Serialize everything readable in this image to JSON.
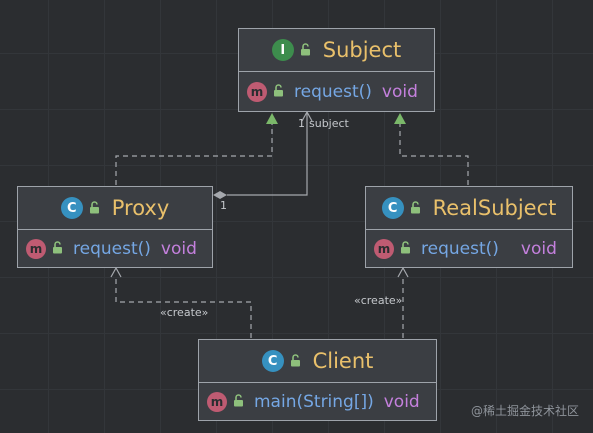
{
  "nodes": {
    "subject": {
      "kind_letter": "I",
      "title": "Subject",
      "member_letter": "m",
      "method": "request()",
      "return_type": "void"
    },
    "proxy": {
      "kind_letter": "C",
      "title": "Proxy",
      "member_letter": "m",
      "method": "request()",
      "return_type": "void"
    },
    "real_subject": {
      "kind_letter": "C",
      "title": "RealSubject",
      "member_letter": "m",
      "method": "request()",
      "return_type": "void"
    },
    "client": {
      "kind_letter": "C",
      "title": "Client",
      "member_letter": "m",
      "method": "main(String[])",
      "return_type": "void"
    }
  },
  "edges": {
    "proxy_subject_field": {
      "target_multiplicity": "1",
      "target_role": "subject",
      "source_multiplicity": "1"
    },
    "client_creates_proxy": {
      "label": "«create»"
    },
    "client_creates_real_subject": {
      "label": "«create»"
    }
  },
  "colors": {
    "background": "#2b2d30",
    "node_fill": "#3b3e43",
    "node_border": "#9ea3aa",
    "title": "#e9c06b",
    "method": "#75a7e4",
    "type": "#c480dd",
    "edge_line": "#a5a8ad",
    "realization": "#7bb86a"
  },
  "watermark": "@稀土掘金技术社区"
}
